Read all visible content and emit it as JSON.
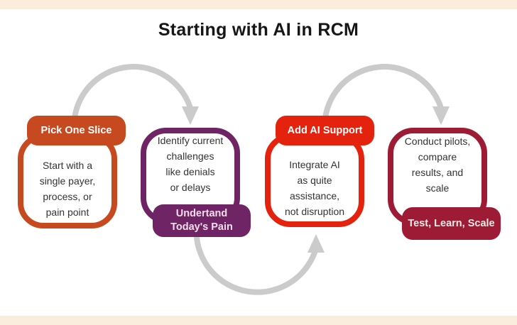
{
  "title": "Starting with AI in RCM",
  "colors": {
    "background_band": "#FAEDDC",
    "canvas": "#FFFFFF",
    "arrow": "#CBCBCB",
    "title_text": "#161616",
    "body_text": "#333333"
  },
  "steps": [
    {
      "label": "Pick One Slice",
      "label_position": "top",
      "label_text_color": "#FFFFFF",
      "accent": "#C7491F",
      "body": "Start with a\nsingle payer,\nprocess, or\npain point"
    },
    {
      "label": "Undertand\nToday's Pain",
      "label_position": "bottom",
      "label_text_color": "#F3DEEA",
      "accent": "#6F2465",
      "body": "Identify current\nchallenges\nlike denials\nor delays"
    },
    {
      "label": "Add AI Support",
      "label_position": "top",
      "label_text_color": "#FFFFFF",
      "accent": "#E4220D",
      "body": "Integrate AI\nas quite\nassistance,\nnot disruption"
    },
    {
      "label": "Test, Learn, Scale",
      "label_position": "bottom",
      "label_text_color": "#F7EAE6",
      "accent": "#9E1B35",
      "body": "Conduct pilots,\ncompare\nresults, and\nscale"
    }
  ]
}
